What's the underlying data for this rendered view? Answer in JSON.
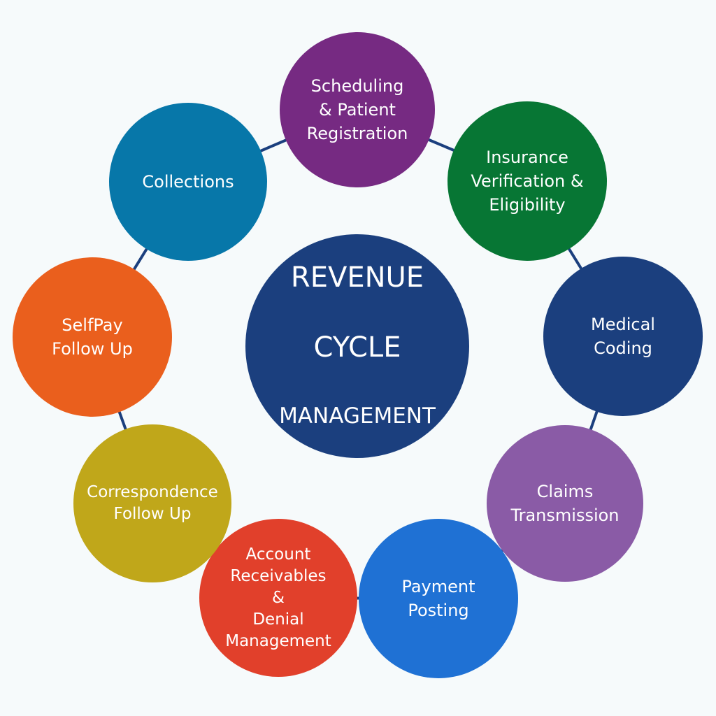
{
  "center": {
    "line1": "REVENUE",
    "line2": "CYCLE",
    "line3": "MANAGEMENT",
    "color": "#1b3f7e"
  },
  "connector_color": "#1b3f7e",
  "background_color": "#f6fafb",
  "nodes": [
    {
      "id": "scheduling",
      "label": "Scheduling\n& Patient\nRegistration",
      "color": "#762a82"
    },
    {
      "id": "insurance",
      "label": "Insurance\nVerification &\nEligibility",
      "color": "#077634"
    },
    {
      "id": "coding",
      "label": "Medical\nCoding",
      "color": "#1b3f7e"
    },
    {
      "id": "claims",
      "label": "Claims\nTransmission",
      "color": "#8a5ba6"
    },
    {
      "id": "payment",
      "label": "Payment\nPosting",
      "color": "#1f71d4"
    },
    {
      "id": "ar",
      "label": "Account\nReceivables\n&\nDenial\nManagement",
      "color": "#e1402b"
    },
    {
      "id": "correspondence",
      "label": "Correspondence\nFollow Up",
      "color": "#c0a71a"
    },
    {
      "id": "selfpay",
      "label": "SelfPay\nFollow Up",
      "color": "#ea5f1d"
    },
    {
      "id": "collections",
      "label": "Collections",
      "color": "#0777a9"
    }
  ]
}
